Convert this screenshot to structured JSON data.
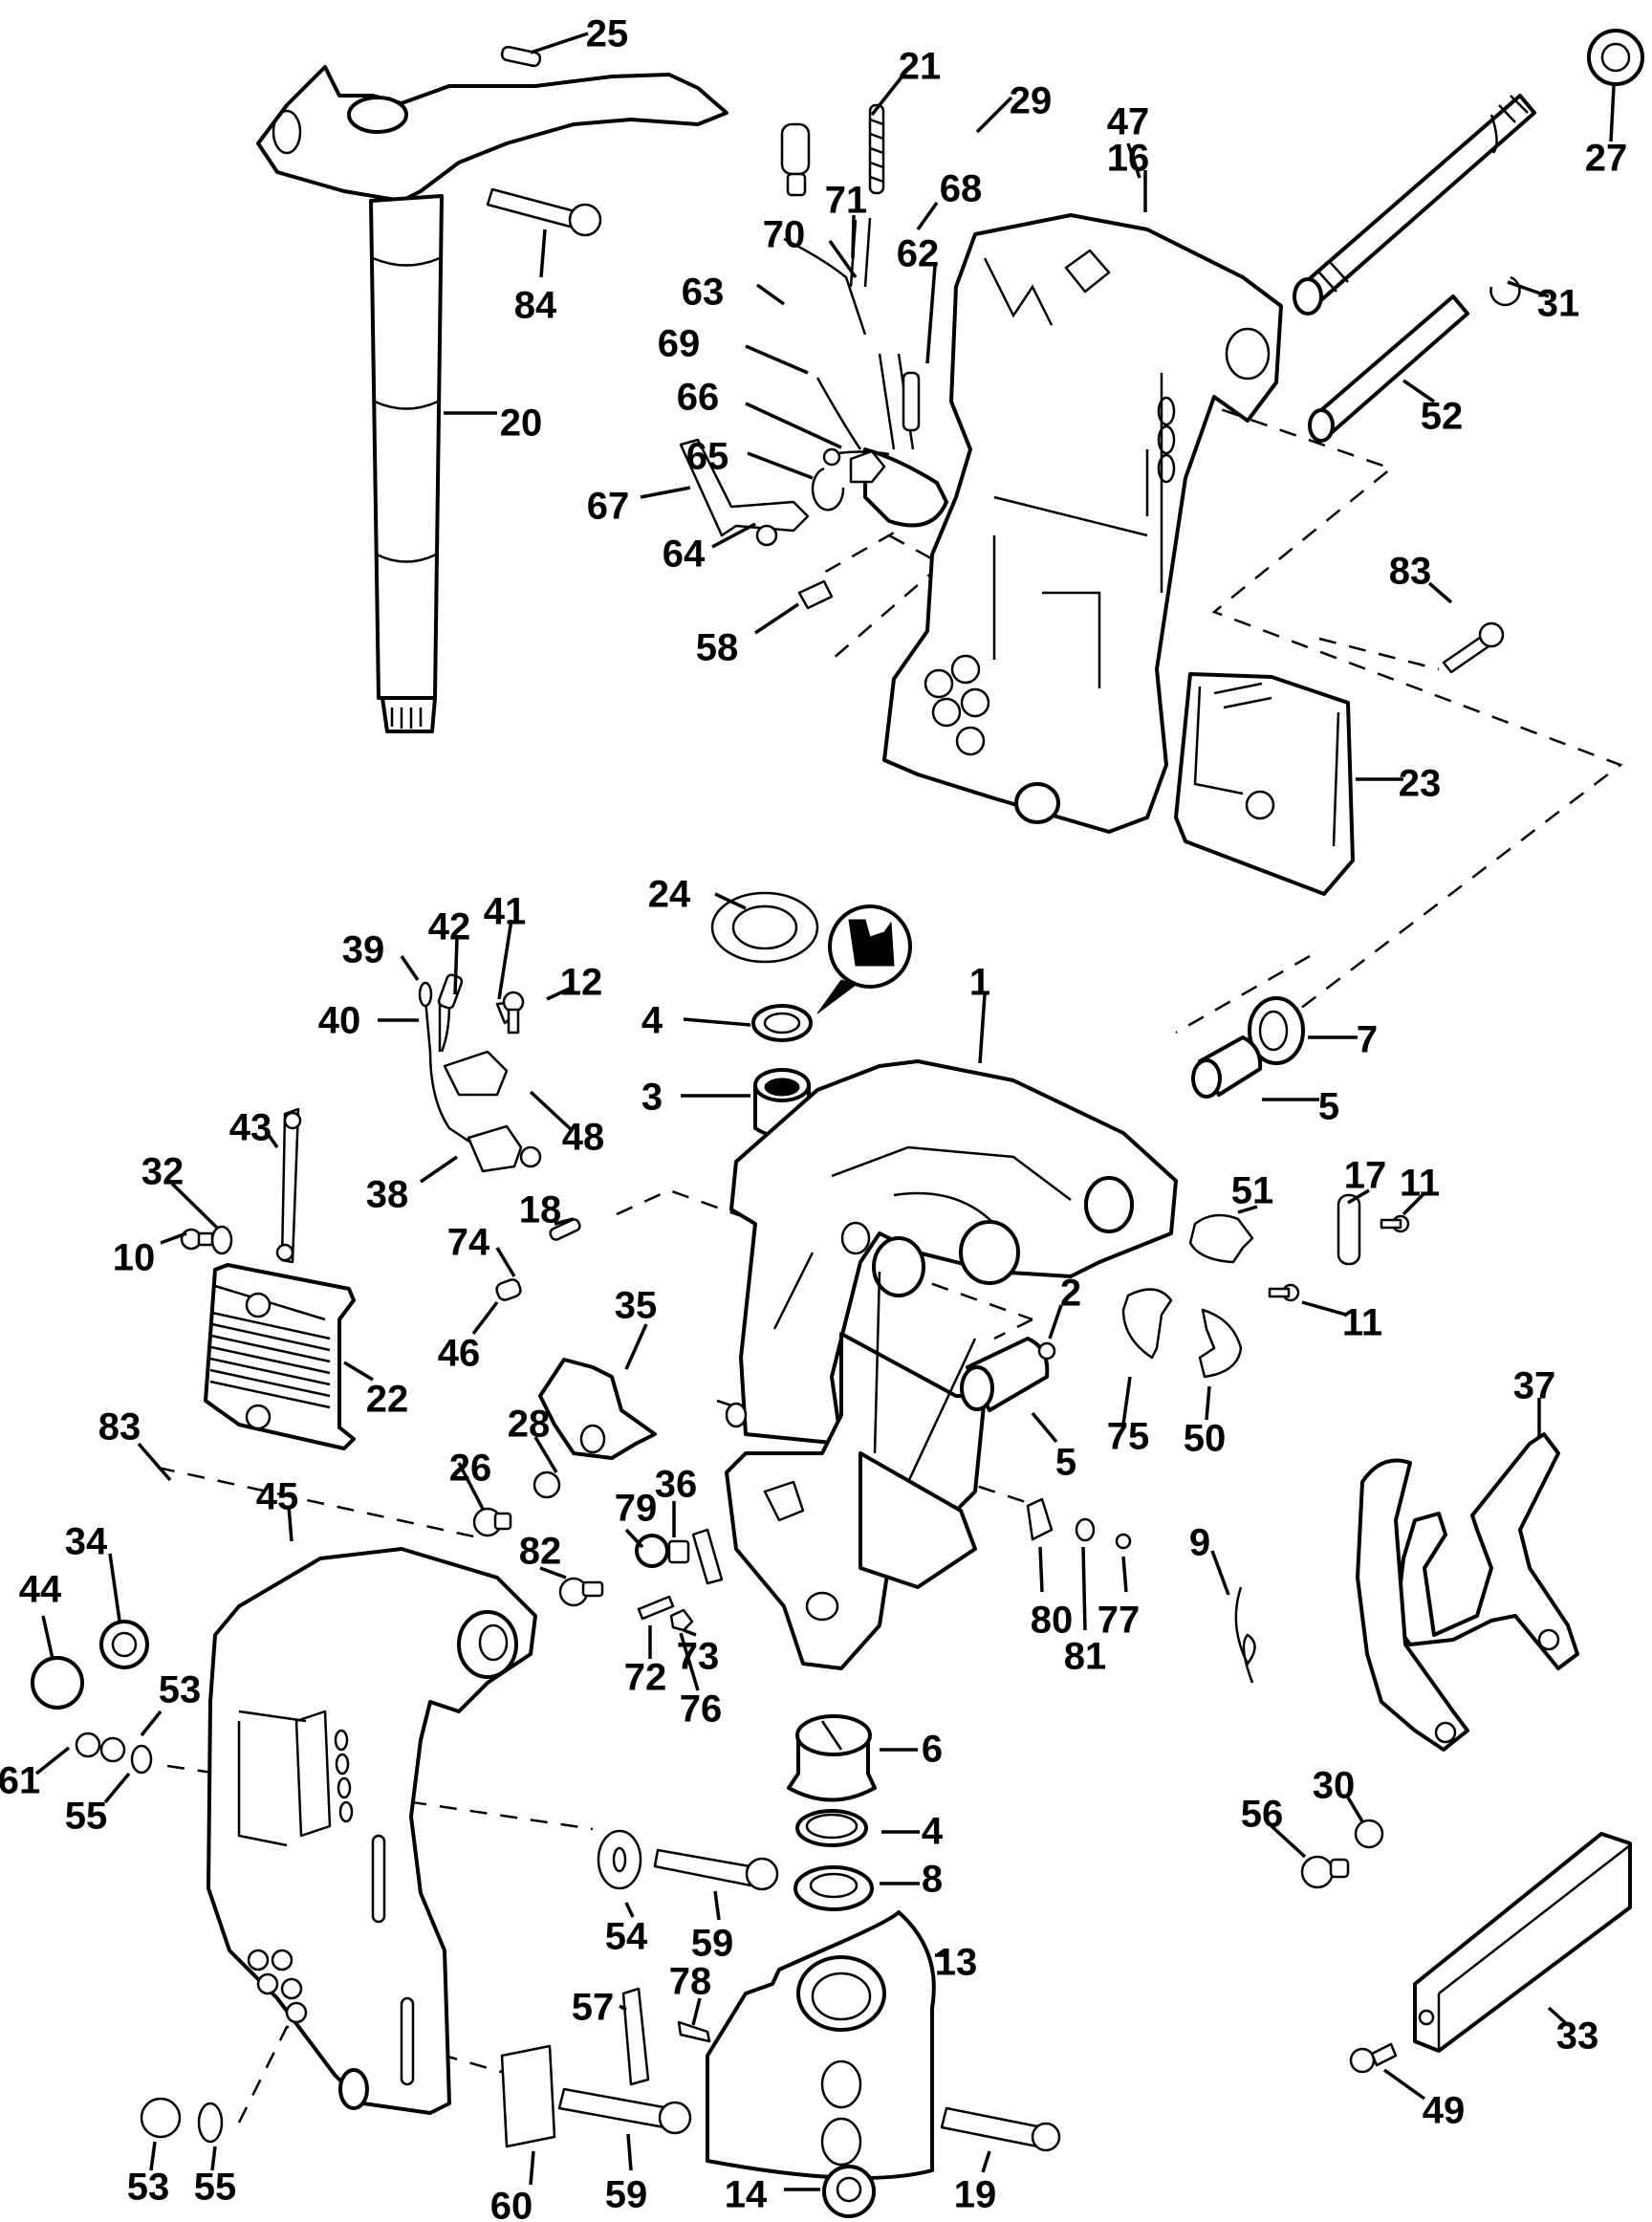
{
  "diagram": {
    "title": "",
    "type": "exploded-parts-diagram",
    "line_color": "#000000",
    "background_color": "#ffffff",
    "callouts": [
      {
        "id": "c25",
        "label": "25",
        "part": "screw"
      },
      {
        "id": "c21",
        "label": "21",
        "part": "trim-tab-pin"
      },
      {
        "id": "c29",
        "label": "29",
        "part": "spring"
      },
      {
        "id": "c47",
        "label": "47",
        "part": "tilt-tube"
      },
      {
        "id": "c27",
        "label": "27",
        "part": "nut"
      },
      {
        "id": "c84",
        "label": "84",
        "part": "bolt"
      },
      {
        "id": "c71",
        "label": "71",
        "part": "wire"
      },
      {
        "id": "c68",
        "label": "68",
        "part": "connector"
      },
      {
        "id": "c16",
        "label": "16",
        "part": "stern-bracket-right"
      },
      {
        "id": "c70",
        "label": "70",
        "part": "terminal"
      },
      {
        "id": "c62",
        "label": "62",
        "part": "switch-housing"
      },
      {
        "id": "c63",
        "label": "63",
        "part": "ground-strap"
      },
      {
        "id": "c31",
        "label": "31",
        "part": "retaining-ring"
      },
      {
        "id": "c69",
        "label": "69",
        "part": "lead"
      },
      {
        "id": "c20",
        "label": "20",
        "part": "steering-arm-shaft"
      },
      {
        "id": "c66",
        "label": "66",
        "part": "nut"
      },
      {
        "id": "c52",
        "label": "52",
        "part": "pin"
      },
      {
        "id": "c65",
        "label": "65",
        "part": "spring"
      },
      {
        "id": "c67",
        "label": "67",
        "part": "lever"
      },
      {
        "id": "c64",
        "label": "64",
        "part": "washer"
      },
      {
        "id": "c58",
        "label": "58",
        "part": "screw"
      },
      {
        "id": "c83a",
        "label": "83",
        "part": "screw"
      },
      {
        "id": "c23",
        "label": "23",
        "part": "cover"
      },
      {
        "id": "c24",
        "label": "24",
        "part": "washer"
      },
      {
        "id": "c39",
        "label": "39",
        "part": "terminal"
      },
      {
        "id": "c42",
        "label": "42",
        "part": "wire"
      },
      {
        "id": "c41",
        "label": "41",
        "part": "wire"
      },
      {
        "id": "c12",
        "label": "12",
        "part": "screw"
      },
      {
        "id": "c40",
        "label": "40",
        "part": "lead"
      },
      {
        "id": "c4a",
        "label": "4",
        "part": "seal"
      },
      {
        "id": "c1",
        "label": "1",
        "part": "swivel-bracket"
      },
      {
        "id": "c7",
        "label": "7",
        "part": "washer"
      },
      {
        "id": "c3",
        "label": "3",
        "part": "bushing"
      },
      {
        "id": "c5a",
        "label": "5",
        "part": "bushing"
      },
      {
        "id": "c48",
        "label": "48",
        "part": "bracket"
      },
      {
        "id": "c43",
        "label": "43",
        "part": "ground-strap"
      },
      {
        "id": "c32",
        "label": "32",
        "part": "washer"
      },
      {
        "id": "c38",
        "label": "38",
        "part": "switch"
      },
      {
        "id": "c51",
        "label": "51",
        "part": "clip"
      },
      {
        "id": "c17",
        "label": "17",
        "part": "plate"
      },
      {
        "id": "c11a",
        "label": "11",
        "part": "screw"
      },
      {
        "id": "c18",
        "label": "18",
        "part": "spring"
      },
      {
        "id": "c74",
        "label": "74",
        "part": "plunger"
      },
      {
        "id": "c10",
        "label": "10",
        "part": "screw"
      },
      {
        "id": "c2",
        "label": "2",
        "part": "fitting"
      },
      {
        "id": "c11b",
        "label": "11",
        "part": "screw"
      },
      {
        "id": "c46",
        "label": "46",
        "part": "pin"
      },
      {
        "id": "c35",
        "label": "35",
        "part": "tilt-lock-lever"
      },
      {
        "id": "c22",
        "label": "22",
        "part": "cover"
      },
      {
        "id": "c75",
        "label": "75",
        "part": "retainer"
      },
      {
        "id": "c50",
        "label": "50",
        "part": "retainer"
      },
      {
        "id": "c5b",
        "label": "5",
        "part": "bushing"
      },
      {
        "id": "c37",
        "label": "37",
        "part": "tilt-lever"
      },
      {
        "id": "c83b",
        "label": "83",
        "part": "screw"
      },
      {
        "id": "c28",
        "label": "28",
        "part": "nut"
      },
      {
        "id": "c26",
        "label": "26",
        "part": "screw"
      },
      {
        "id": "c45",
        "label": "45",
        "part": "stern-bracket-left"
      },
      {
        "id": "c79",
        "label": "79",
        "part": "washer"
      },
      {
        "id": "c36",
        "label": "36",
        "part": "clip"
      },
      {
        "id": "c82",
        "label": "82",
        "part": "bushing"
      },
      {
        "id": "c34",
        "label": "34",
        "part": "nut"
      },
      {
        "id": "c80",
        "label": "80",
        "part": "bracket"
      },
      {
        "id": "c81",
        "label": "81",
        "part": "washer"
      },
      {
        "id": "c77",
        "label": "77",
        "part": "screw"
      },
      {
        "id": "c9",
        "label": "9",
        "part": "spring"
      },
      {
        "id": "c44",
        "label": "44",
        "part": "cap"
      },
      {
        "id": "c72",
        "label": "72",
        "part": "screw"
      },
      {
        "id": "c73",
        "label": "73",
        "part": "link"
      },
      {
        "id": "c76",
        "label": "76",
        "part": "cap"
      },
      {
        "id": "c53a",
        "label": "53",
        "part": "nut"
      },
      {
        "id": "c6",
        "label": "6",
        "part": "bushing"
      },
      {
        "id": "c61",
        "label": "61",
        "part": "spacer"
      },
      {
        "id": "c55a",
        "label": "55",
        "part": "washer"
      },
      {
        "id": "c30",
        "label": "30",
        "part": "nut"
      },
      {
        "id": "c56",
        "label": "56",
        "part": "screw"
      },
      {
        "id": "c4b",
        "label": "4",
        "part": "seal"
      },
      {
        "id": "c8",
        "label": "8",
        "part": "bushing"
      },
      {
        "id": "c54",
        "label": "54",
        "part": "washer"
      },
      {
        "id": "c59a",
        "label": "59",
        "part": "bolt"
      },
      {
        "id": "c13",
        "label": "13",
        "part": "yoke"
      },
      {
        "id": "c57",
        "label": "57",
        "part": "bracket"
      },
      {
        "id": "c78",
        "label": "78",
        "part": "screw"
      },
      {
        "id": "c33",
        "label": "33",
        "part": "anode"
      },
      {
        "id": "c49",
        "label": "49",
        "part": "screw"
      },
      {
        "id": "c53b",
        "label": "53",
        "part": "nut"
      },
      {
        "id": "c55b",
        "label": "55",
        "part": "washer"
      },
      {
        "id": "c60",
        "label": "60",
        "part": "plate"
      },
      {
        "id": "c59b",
        "label": "59",
        "part": "bolt"
      },
      {
        "id": "c14",
        "label": "14",
        "part": "nut"
      },
      {
        "id": "c19",
        "label": "19",
        "part": "bolt"
      }
    ]
  }
}
